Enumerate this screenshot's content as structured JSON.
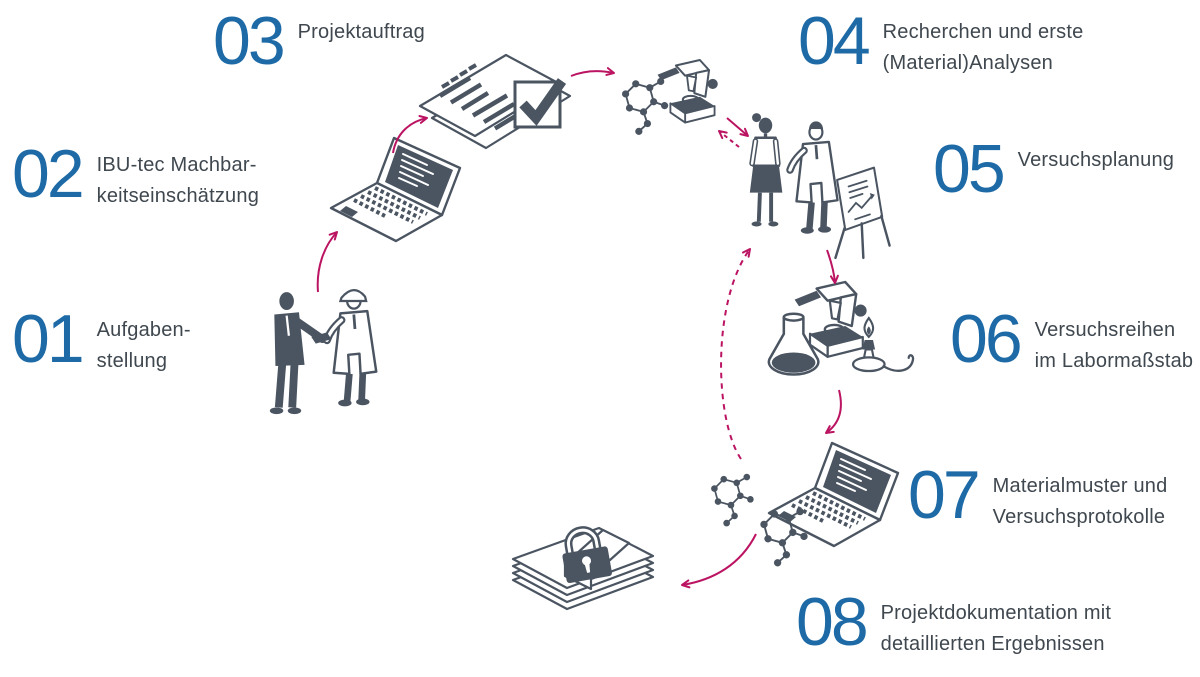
{
  "colors": {
    "number_blue": "#1d6aa6",
    "label_gray": "#3f474f",
    "arrow_magenta": "#bb1462",
    "illustration_slate": "#4b5562",
    "background": "#ffffff"
  },
  "steps": [
    {
      "number": "01",
      "label": "Aufgaben-\nstellung",
      "icon": "handshake-businessman-engineer"
    },
    {
      "number": "02",
      "label": "IBU-tec Machbar-\nkeitseinschätzung",
      "icon": "laptop"
    },
    {
      "number": "03",
      "label": "Projektauftrag",
      "icon": "document-with-checkmark"
    },
    {
      "number": "04",
      "label": "Recherchen und erste\n(Material)Analysen",
      "icon": "molecule-and-microscope"
    },
    {
      "number": "05",
      "label": "Versuchsplanung",
      "icon": "two-people-with-flipchart"
    },
    {
      "number": "06",
      "label": "Versuchsreihen\nim Labormaßstab",
      "icon": "flask-microscope-bunsen-burner"
    },
    {
      "number": "07",
      "label": "Materialmuster und\nVersuchsprotokolle",
      "icon": "laptop-with-molecules"
    },
    {
      "number": "08",
      "label": "Projektdokumentation mit\ndetaillierten Ergebnissen",
      "icon": "locked-document-stack"
    }
  ],
  "arrows": [
    {
      "from": "01",
      "to": "02",
      "style": "solid"
    },
    {
      "from": "02",
      "to": "03",
      "style": "solid"
    },
    {
      "from": "03",
      "to": "04",
      "style": "solid"
    },
    {
      "from": "04",
      "to": "05",
      "style": "solid"
    },
    {
      "from": "05",
      "to": "04",
      "style": "dashed"
    },
    {
      "from": "05",
      "to": "06",
      "style": "solid"
    },
    {
      "from": "06",
      "to": "07",
      "style": "solid"
    },
    {
      "from": "07",
      "to": "05",
      "style": "dashed"
    },
    {
      "from": "07",
      "to": "08",
      "style": "solid"
    }
  ]
}
